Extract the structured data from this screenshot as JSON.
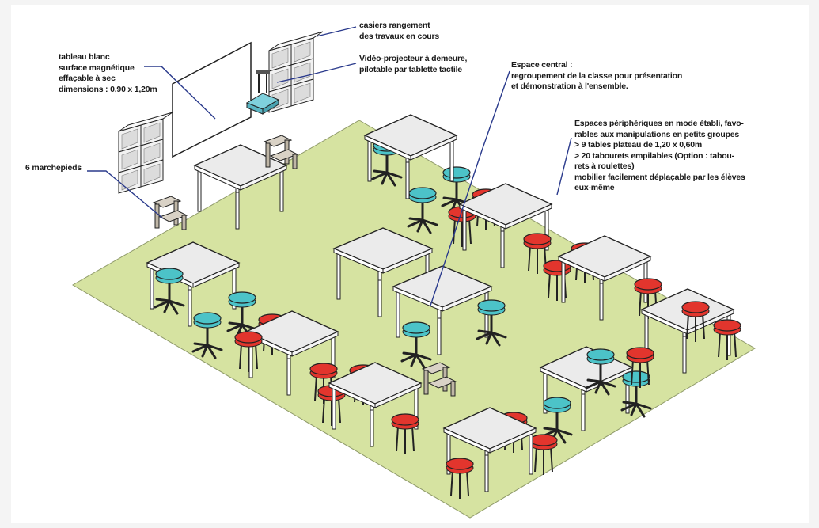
{
  "labels": {
    "tableau": [
      "tableau blanc",
      "surface magnétique",
      "effaçable à sec",
      "dimensions : 0,90 x 1,20m"
    ],
    "casiers": [
      "casiers rangement",
      "des travaux en cours"
    ],
    "projecteur": [
      "Vidéo-projecteur à demeure,",
      "pilotable par tablette tactile"
    ],
    "espace_central": [
      "Espace central :",
      "regroupement de la classe pour présentation",
      "et démonstration à l'ensemble."
    ],
    "espaces_peripheriques": [
      "Espaces périphériques en mode établi, favo-",
      "rables aux manipulations en petits groupes",
      "> 9 tables plateau de 1,20 x 0,60m",
      "> 20 tabourets empilables (Option : tabou-",
      "rets à roulettes)",
      "mobilier facilement déplaçable par les élèves",
      "eux-même"
    ],
    "marchepieds": [
      "6 marchepieds"
    ]
  },
  "colors": {
    "floor": "#d6e3a1",
    "table_top": "#ebebeb",
    "stool_red": "#e2352d",
    "stool_cyan": "#4cc3c8",
    "projector": "#7fd0dc",
    "leader": "#2a3a8c"
  }
}
